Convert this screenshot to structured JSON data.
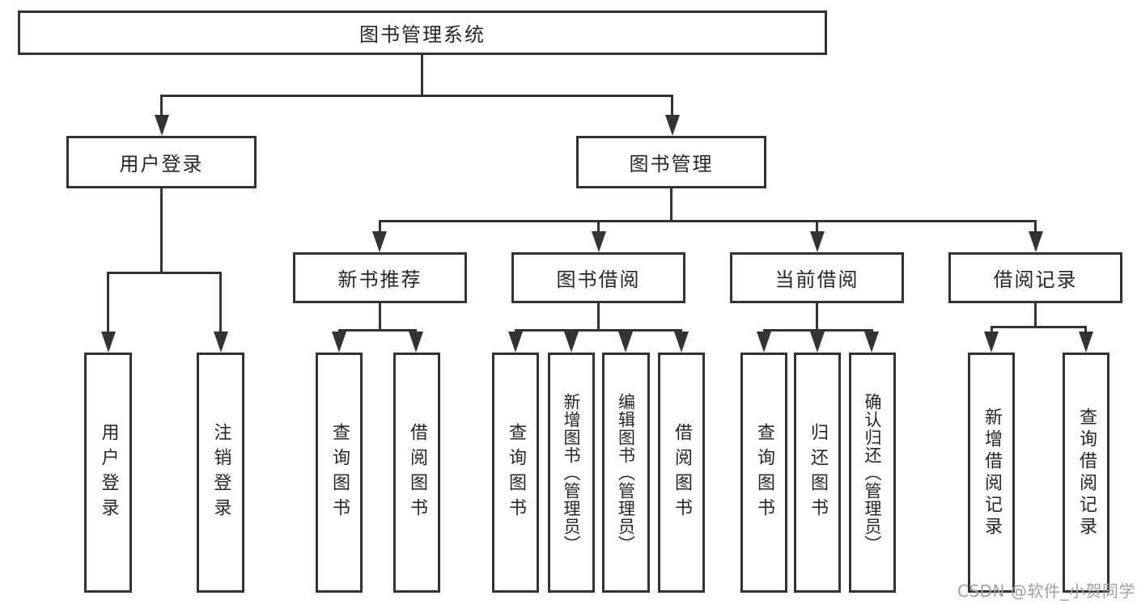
{
  "diagram": {
    "root": {
      "label": "图书管理系统"
    },
    "branches": [
      {
        "label": "用户登录",
        "children": [
          {
            "label": "用户登录"
          },
          {
            "label": "注销登录"
          }
        ]
      },
      {
        "label": "图书管理",
        "children": [
          {
            "label": "新书推荐",
            "children": [
              {
                "label": "查询图书"
              },
              {
                "label": "借阅图书"
              }
            ]
          },
          {
            "label": "图书借阅",
            "children": [
              {
                "label": "查询图书"
              },
              {
                "label": "新增图书（管理员）"
              },
              {
                "label": "编辑图书（管理员）"
              },
              {
                "label": "借阅图书"
              }
            ]
          },
          {
            "label": "当前借阅",
            "children": [
              {
                "label": "查询图书"
              },
              {
                "label": "归还图书"
              },
              {
                "label": "确认归还（管理员）"
              }
            ]
          },
          {
            "label": "借阅记录",
            "children": [
              {
                "label": "新增借阅记录"
              },
              {
                "label": "查询借阅记录"
              }
            ]
          }
        ]
      }
    ],
    "watermark": "CSDN @软件_小贺同学",
    "colors": {
      "line": "#333333",
      "text": "#262626",
      "watermark": "#a0a0a0",
      "background": "#ffffff"
    }
  }
}
